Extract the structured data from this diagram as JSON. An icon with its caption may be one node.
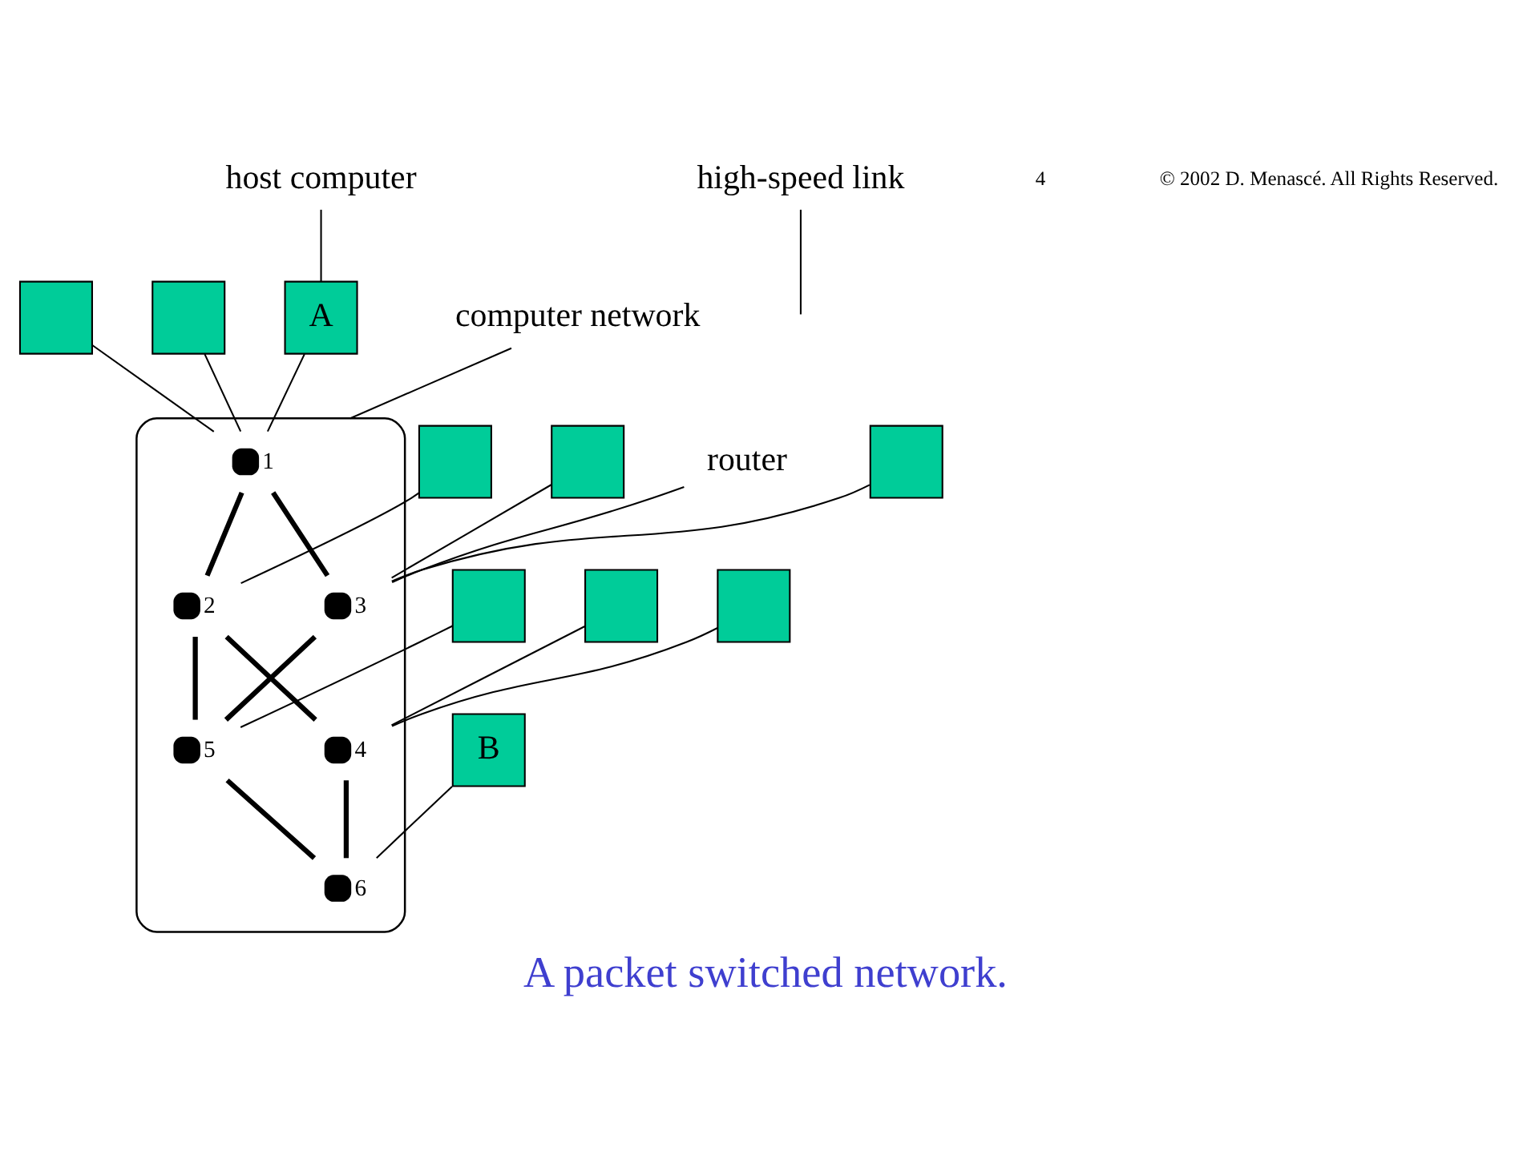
{
  "diagram": {
    "caption": "A packet switched network.",
    "nodes": [
      {
        "text": [
          "host computer"
        ]
      },
      {
        "text": [
          "computer network"
        ]
      },
      {
        "text": [],
        "shape": "box"
      },
      {
        "text": [],
        "shape": "box"
      },
      {
        "text": [],
        "shape": "box"
      },
      {
        "text": [
          "A"
        ]
      },
      {
        "text": [],
        "shape": "cloud"
      },
      {
        "text": [],
        "shape": "circle",
        "beside": [
          "1"
        ],
        "in": 6
      },
      {
        "text": [],
        "shape": "circle",
        "beside": [
          "2"
        ],
        "in": 6
      },
      {
        "text": [],
        "shape": "circle",
        "beside": [
          "4"
        ],
        "in": 6
      },
      {
        "text": [],
        "shape": "circle",
        "beside": [
          "6"
        ],
        "in": 6
      },
      {
        "text": [],
        "shape": "circle",
        "beside": [
          "3"
        ],
        "in": 6
      },
      {
        "text": [],
        "shape": "circle",
        "beside": [
          "5"
        ],
        "in": 6
      },
      {
        "text": [],
        "shape": "box"
      },
      {
        "text": [],
        "shape": "box"
      },
      {
        "text": [
          "high-speed link"
        ]
      },
      {
        "text": [],
        "shape": "box"
      },
      {
        "text": [],
        "shape": "box"
      },
      {
        "text": [],
        "shape": "box"
      },
      {
        "text": [
          "B"
        ]
      },
      {
        "text": [
          "router"
        ]
      }
    ],
    "edges": [
      {
        "from": 0,
        "to": 5,
        "arrow": "none"
      },
      {
        "from": 1,
        "to": 6,
        "arrow": "none"
      },
      {
        "from": 15,
        "to": null,
        "arrow": "none"
      },
      {
        "from": 20,
        "to": 11,
        "arrow": "none"
      },
      {
        "from": 5,
        "to": 7,
        "arrow": "none"
      },
      {
        "from": 2,
        "to": 7,
        "arrow": "none"
      },
      {
        "from": 14,
        "to": 7,
        "arrow": "none"
      },
      {
        "from": 3,
        "to": 8,
        "arrow": "none"
      },
      {
        "from": 4,
        "to": 9,
        "arrow": "none"
      },
      {
        "from": 13,
        "to": 9,
        "arrow": "none"
      },
      {
        "from": 16,
        "to": 11,
        "arrow": "none"
      },
      {
        "from": 17,
        "to": 11,
        "arrow": "none"
      },
      {
        "from": 18,
        "to": 12,
        "arrow": "none"
      },
      {
        "from": 19,
        "to": 10,
        "arrow": "none"
      },
      {
        "from": 7,
        "to": 8,
        "arrow": "none",
        "style": "thick"
      },
      {
        "from": 8,
        "to": 9,
        "arrow": "none",
        "style": "thick"
      },
      {
        "from": 7,
        "to": 11,
        "arrow": "none",
        "style": "thick"
      },
      {
        "from": 8,
        "to": 12,
        "arrow": "none",
        "style": "thick"
      },
      {
        "from": 9,
        "to": 10,
        "arrow": "none",
        "style": "thick"
      },
      {
        "from": 11,
        "to": 12,
        "arrow": "none",
        "style": "thick"
      },
      {
        "from": 12,
        "to": 10,
        "arrow": "none",
        "style": "thick"
      }
    ],
    "labels": [
      "4",
      "© 2002 D. Menascé. All Rights Reserved."
    ]
  }
}
